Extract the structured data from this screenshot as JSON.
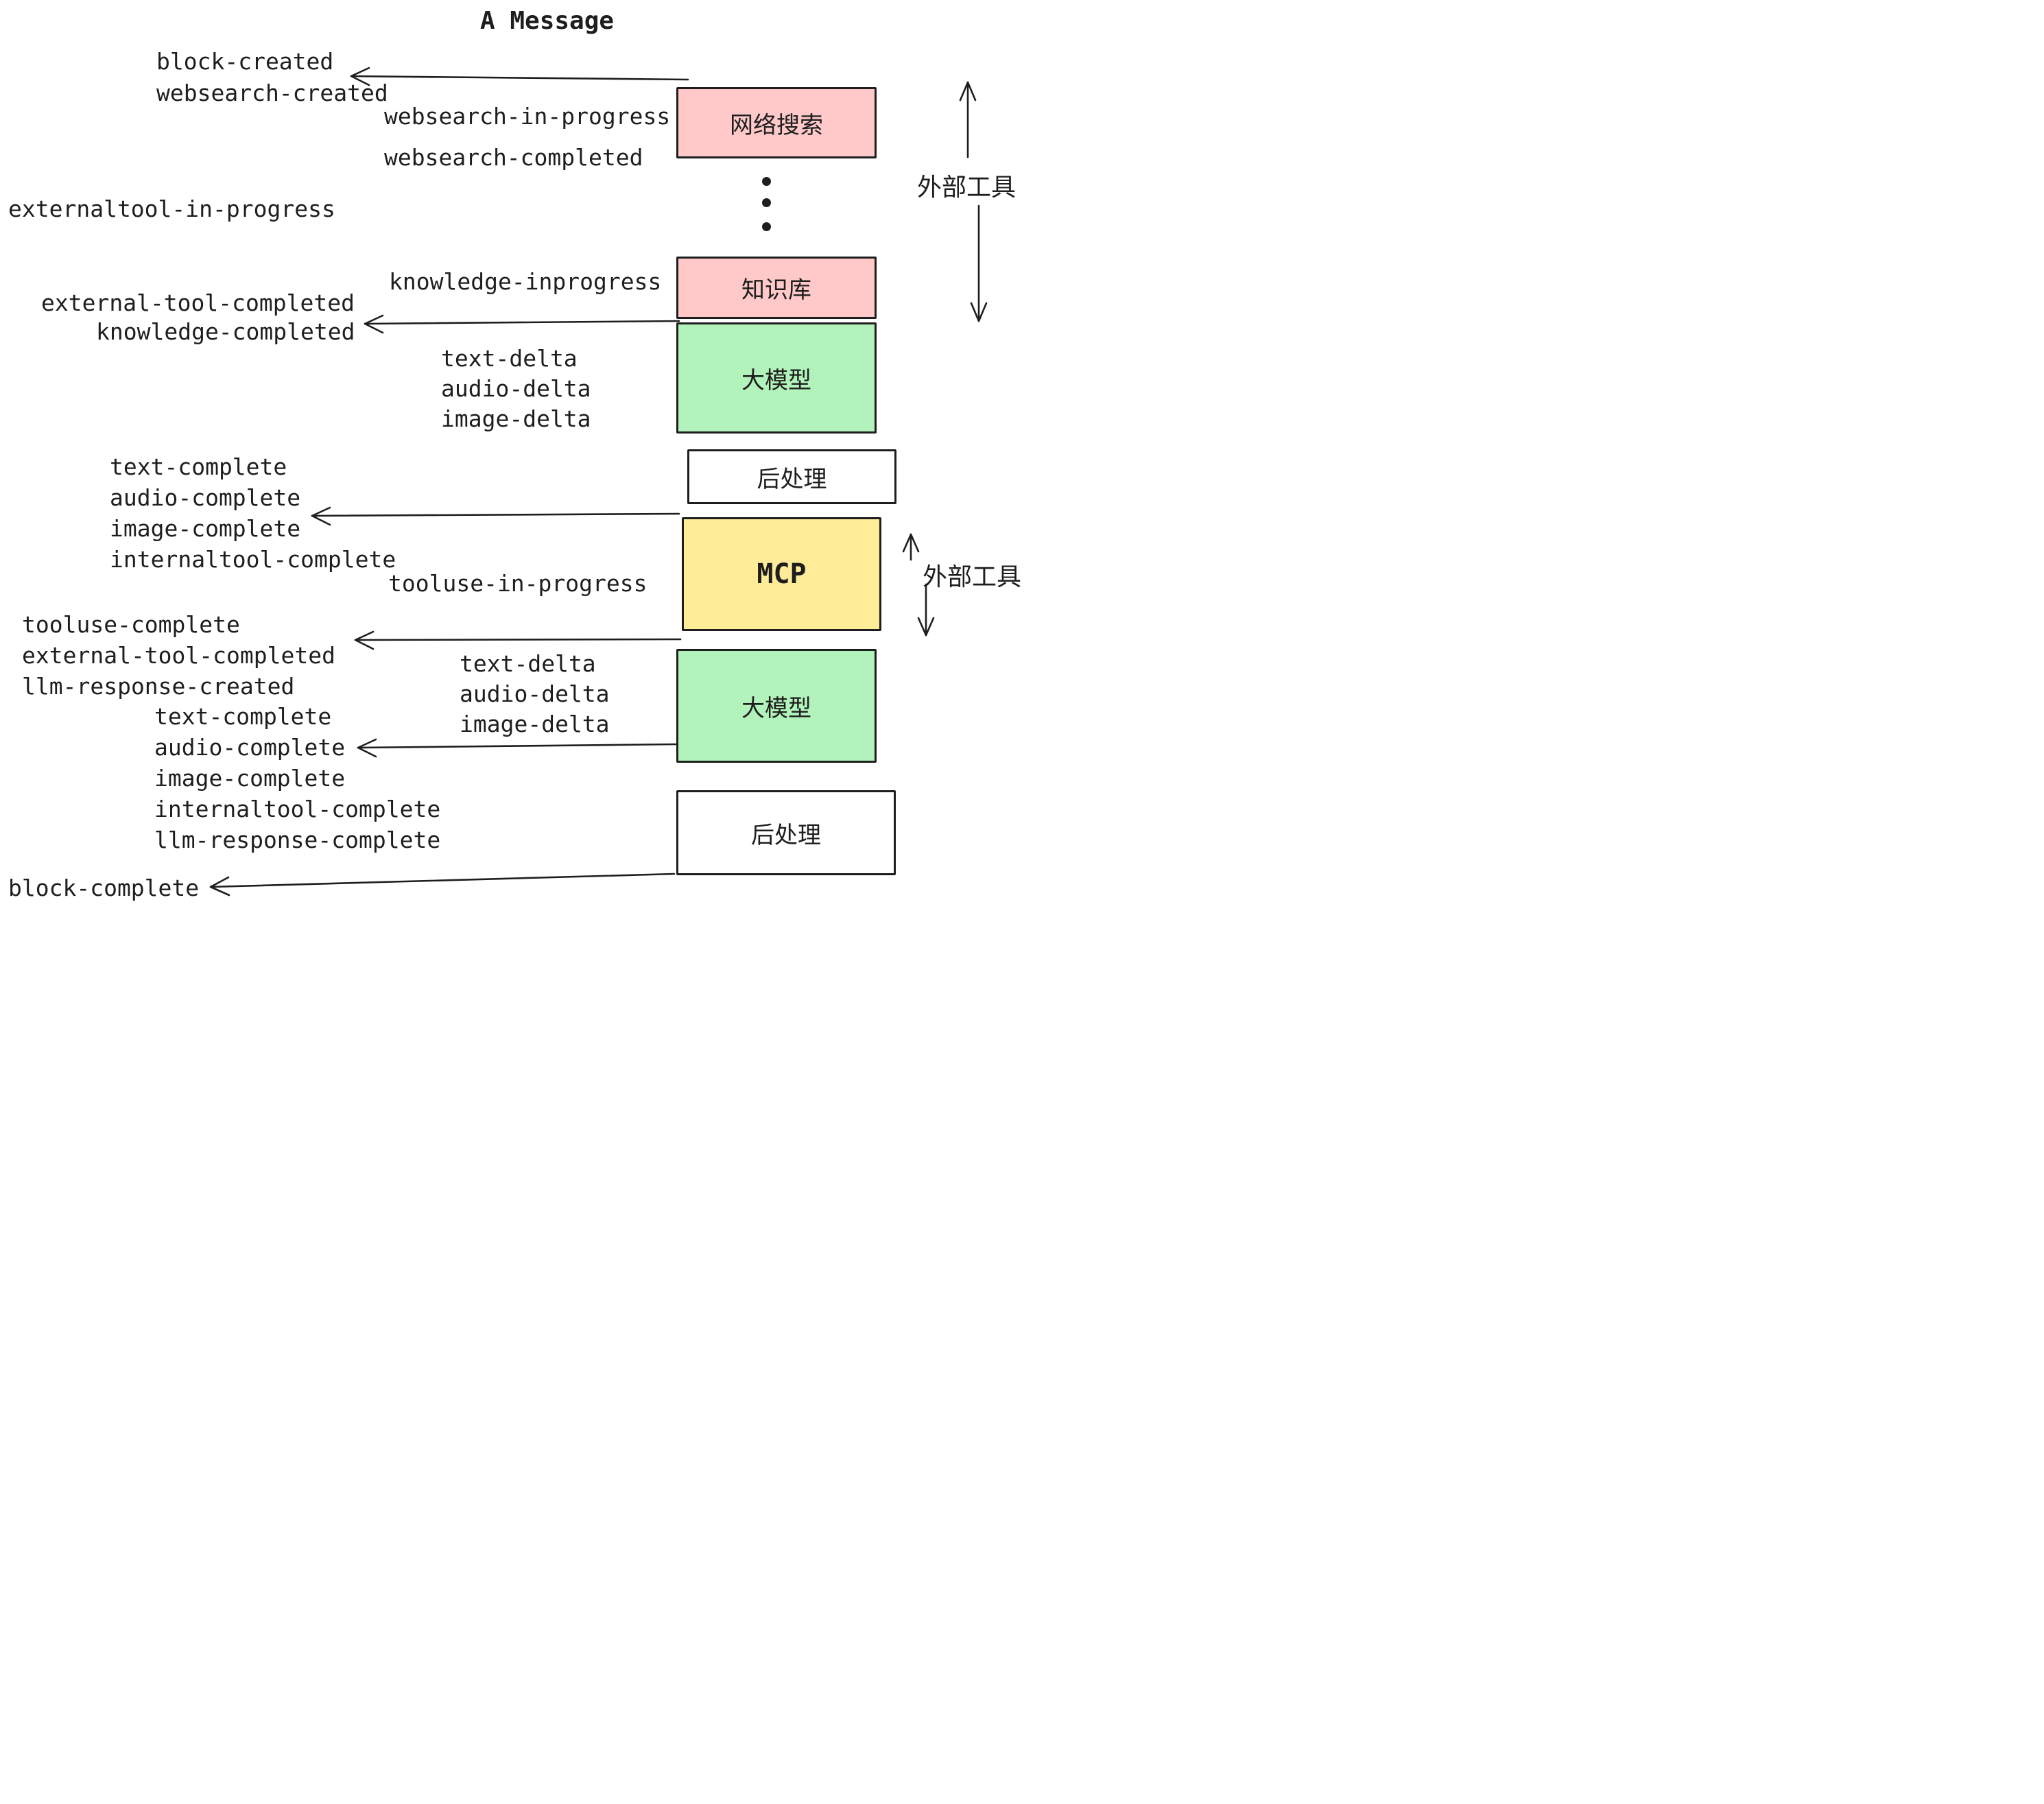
{
  "title": "A Message",
  "events": {
    "block_created": "block-created",
    "websearch_created": "websearch-created",
    "websearch_in_progress": "websearch-in-progress",
    "websearch_completed": "websearch-completed",
    "externaltool_in_progress": "externaltool-in-progress",
    "knowledge_inprogress": "knowledge-inprogress",
    "external_tool_completed": "external-tool-completed",
    "knowledge_completed": "knowledge-completed",
    "text_delta": "text-delta",
    "audio_delta": "audio-delta",
    "image_delta": "image-delta",
    "text_complete": "text-complete",
    "audio_complete": "audio-complete",
    "image_complete": "image-complete",
    "internaltool_complete": "internaltool-complete",
    "tooluse_in_progress": "tooluse-in-progress",
    "tooluse_complete": "tooluse-complete",
    "llm_response_created": "llm-response-created",
    "llm_response_complete": "llm-response-complete",
    "block_complete": "block-complete"
  },
  "boxes": {
    "websearch": {
      "label": "网络搜索",
      "fill": "#ffc9c9"
    },
    "knowledge": {
      "label": "知识库",
      "fill": "#ffc9c9"
    },
    "llm1": {
      "label": "大模型",
      "fill": "#b2f2bb"
    },
    "postprocess1": {
      "label": "后处理",
      "fill": "#ffffff"
    },
    "mcp": {
      "label": "MCP",
      "fill": "#ffec99"
    },
    "llm2": {
      "label": "大模型",
      "fill": "#b2f2bb"
    },
    "postprocess2": {
      "label": "后处理",
      "fill": "#ffffff"
    }
  },
  "annotations": {
    "external_tools_top": "外部工具",
    "external_tools_mcp": "外部工具"
  },
  "colors": {
    "pink": "#ffc9c9",
    "green": "#b2f2bb",
    "yellow": "#ffec99",
    "stroke": "#1e1e1e",
    "background": "#ffffff"
  }
}
